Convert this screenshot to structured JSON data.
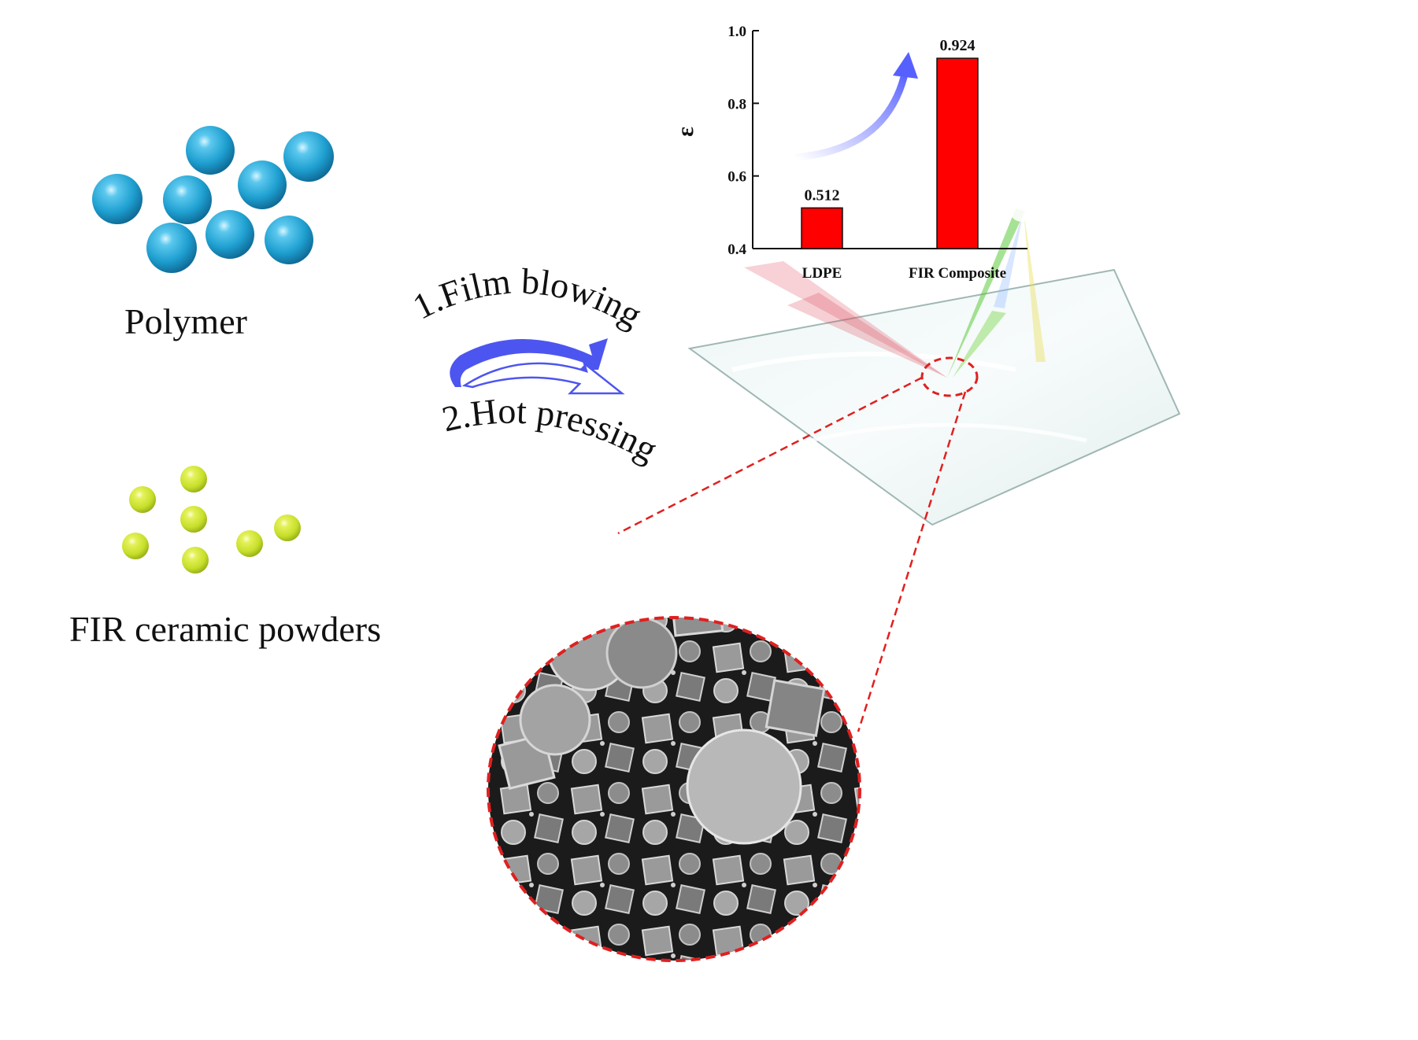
{
  "labels": {
    "polymer": "Polymer",
    "fir_powders": "FIR ceramic powders",
    "step1": "1.Film blowing",
    "step2": "2.Hot pressing"
  },
  "colors": {
    "polymer_sphere": "#1e9fd0",
    "powder_sphere": "#c6df2a",
    "process_arrow": "#4d55f0",
    "bar": "#ff0000",
    "magnifier_outline": "#e02020",
    "film_edge": "#9fb7b4"
  },
  "chart_data": {
    "type": "bar",
    "categories": [
      "LDPE",
      "FIR Composite"
    ],
    "values": [
      0.512,
      0.924
    ],
    "value_labels": [
      "0.512",
      "0.924"
    ],
    "ylabel": "ε",
    "ylim": [
      0.4,
      1.0
    ],
    "yticks": [
      0.4,
      0.6,
      0.8,
      1.0
    ],
    "ytick_labels": [
      "0.4",
      "0.6",
      "0.8",
      "1.0"
    ],
    "grid": false,
    "bar_color": "#ff0000"
  }
}
